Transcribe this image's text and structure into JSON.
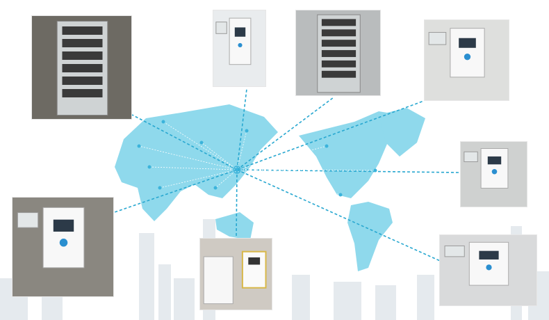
{
  "colors": {
    "map_fill": "#8fd9ec",
    "connector_line": "#27a7d0",
    "node_dot": "#3bb3db",
    "skyline": "#dfe5ea"
  },
  "photos": [
    {
      "name": "photo-battery-rack-outdoor",
      "subject": "battery-cabinet",
      "bg": "#6d6a63"
    },
    {
      "name": "photo-wall-inverter-top",
      "subject": "wall-inverter",
      "bg": "#e9ecee"
    },
    {
      "name": "photo-battery-rack-indoor",
      "subject": "battery-cabinet",
      "bg": "#b9bcbd"
    },
    {
      "name": "photo-inverter-top-right",
      "subject": "wall-inverter",
      "bg": "#dedfdd"
    },
    {
      "name": "photo-inverter-right",
      "subject": "wall-inverter",
      "bg": "#cfd1d0"
    },
    {
      "name": "photo-inverter-bottom-right",
      "subject": "wall-inverter",
      "bg": "#d9dadb"
    },
    {
      "name": "photo-battery-inverter-bottom",
      "subject": "battery-and-inverter",
      "bg": "#cfcac3"
    },
    {
      "name": "photo-inverter-left",
      "subject": "wall-inverter",
      "bg": "#8a8780"
    }
  ]
}
